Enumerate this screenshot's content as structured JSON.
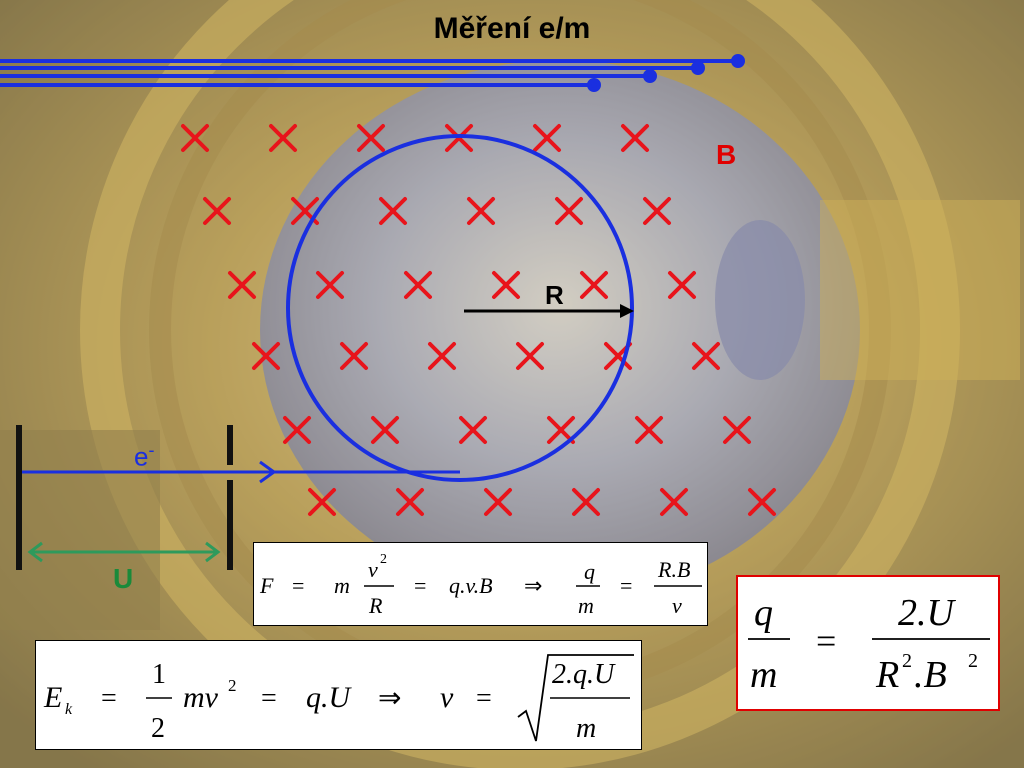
{
  "slide": {
    "title": "Měření e/m",
    "label_B": "B",
    "label_R": "R",
    "label_e": "e",
    "label_e_sup": "-",
    "label_U": "U"
  },
  "colors": {
    "field_cross": "#e8141b",
    "circle": "#1a2fe0",
    "electron_arrow": "#1a2fe0",
    "voltage_arrow": "#2e9a5c",
    "label_U": "#1a8a3a",
    "label_B": "#e00000",
    "result_border": "#e00000"
  },
  "formula_force": {
    "F": "F",
    "eq": "=",
    "m": "m",
    "v2": "v",
    "exp": "2",
    "R": "R",
    "qvB": "q.v.B",
    "implies": "⇒",
    "q": "q",
    "m2": "m",
    "RB": "R.B",
    "v": "v"
  },
  "formula_energy": {
    "E": "E",
    "k": "k",
    "eq": "=",
    "one": "1",
    "two": "2",
    "mv": "mv",
    "exp": "2",
    "qU": "q.U",
    "implies": "⇒",
    "v": "v",
    "num": "2.q.U",
    "den": "m"
  },
  "formula_result": {
    "q": "q",
    "m": "m",
    "eq": "=",
    "num": "2.U",
    "R": "R",
    "exp1": "2",
    "B": ".B",
    "exp2": "2"
  }
}
